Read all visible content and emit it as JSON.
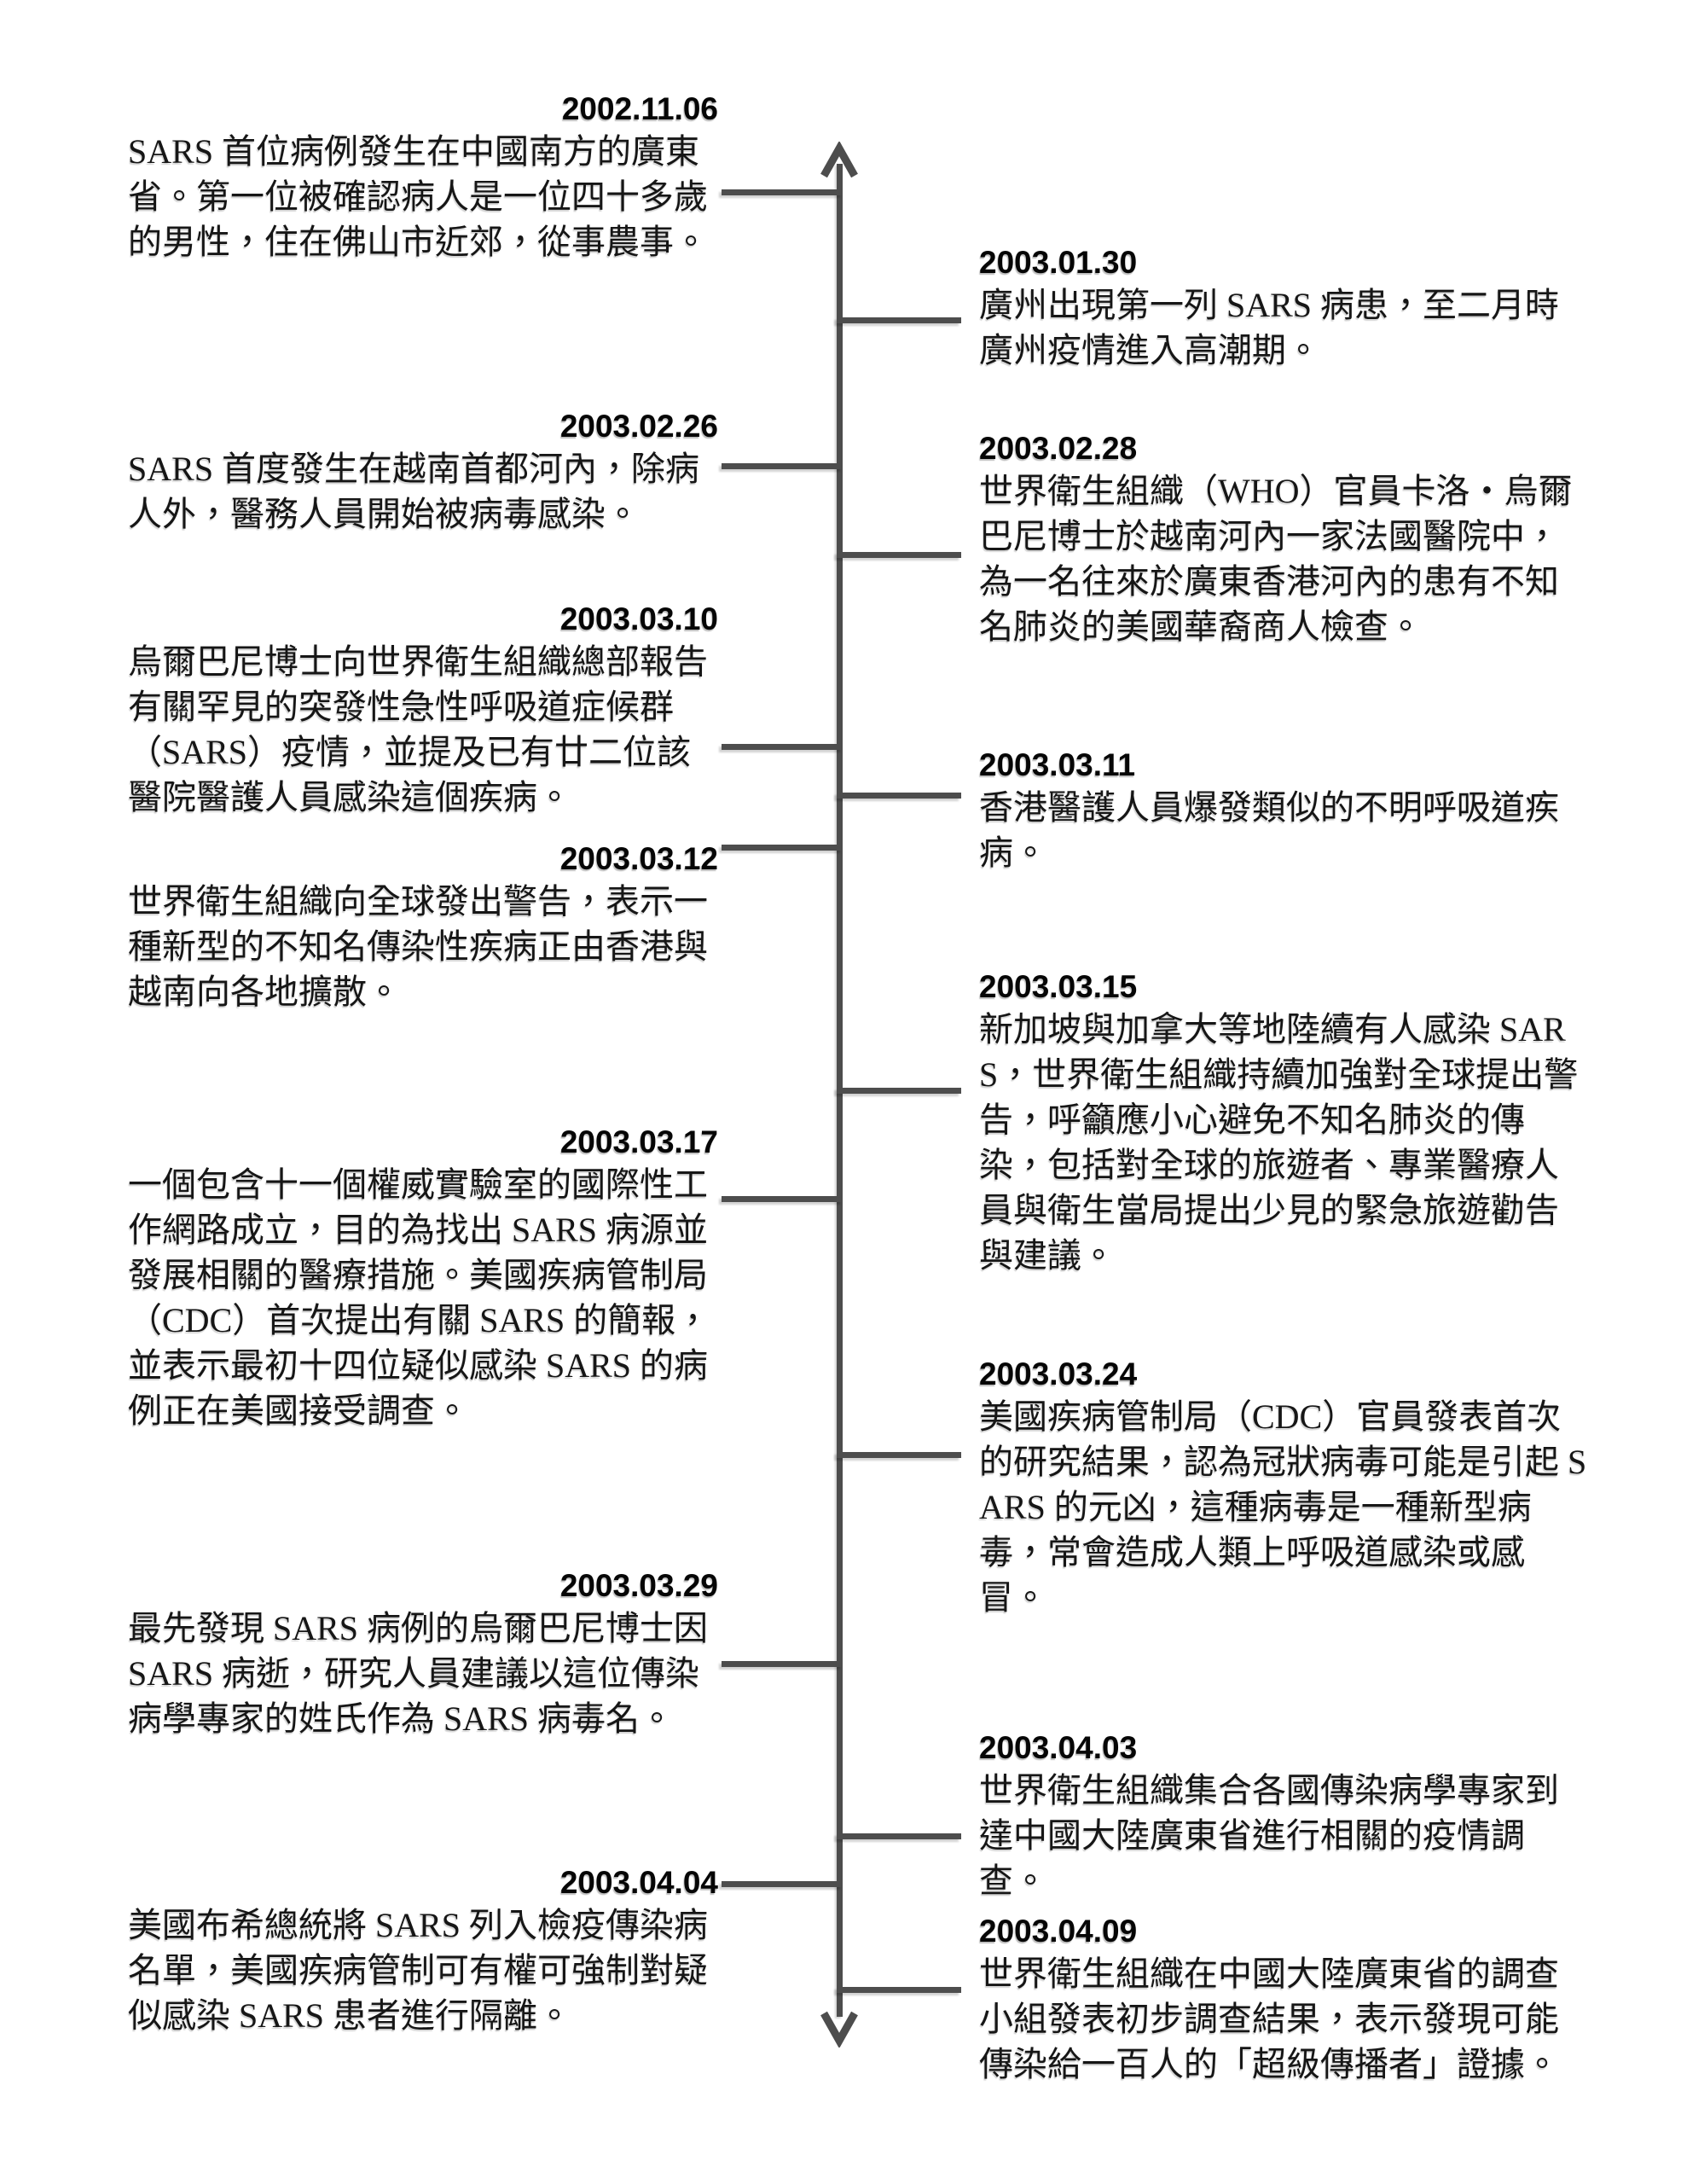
{
  "colors": {
    "line": "#4d4d4d",
    "date_text": "#060606",
    "body_text": "#161616",
    "background": "#ffffff"
  },
  "entries": [
    {
      "side": "left",
      "date": "2002.11.06",
      "text": "SARS 首位病例發生在中國南方的廣東省。第一位被確認病人是一位四十多歲的男性，住在佛山市近郊，從事農事。"
    },
    {
      "side": "right",
      "date": "2003.01.30",
      "text": "廣州出現第一列 SARS 病患，至二月時廣州疫情進入高潮期。"
    },
    {
      "side": "left",
      "date": "2003.02.26",
      "text": "SARS 首度發生在越南首都河內，除病人外，醫務人員開始被病毒感染。"
    },
    {
      "side": "right",
      "date": "2003.02.28",
      "text": "世界衛生組織（WHO）官員卡洛・烏爾巴尼博士於越南河內一家法國醫院中，為一名往來於廣東香港河內的患有不知名肺炎的美國華裔商人檢查。"
    },
    {
      "side": "left",
      "date": "2003.03.10",
      "text": "烏爾巴尼博士向世界衛生組織總部報告有關罕見的突發性急性呼吸道症候群（SARS）疫情，並提及已有廿二位該醫院醫護人員感染這個疾病。"
    },
    {
      "side": "right",
      "date": "2003.03.11",
      "text": "香港醫護人員爆發類似的不明呼吸道疾病。"
    },
    {
      "side": "left",
      "date": "2003.03.12",
      "text": "世界衛生組織向全球發出警告，表示一種新型的不知名傳染性疾病正由香港與越南向各地擴散。"
    },
    {
      "side": "right",
      "date": "2003.03.15",
      "text": "新加坡與加拿大等地陸續有人感染 SARS，世界衛生組織持續加強對全球提出警告，呼籲應小心避免不知名肺炎的傳染，包括對全球的旅遊者、專業醫療人員與衛生當局提出少見的緊急旅遊勸告與建議。"
    },
    {
      "side": "left",
      "date": "2003.03.17",
      "text": "一個包含十一個權威實驗室的國際性工作網路成立，目的為找出 SARS 病源並發展相關的醫療措施。美國疾病管制局（CDC）首次提出有關 SARS 的簡報，並表示最初十四位疑似感染 SARS 的病例正在美國接受調查。"
    },
    {
      "side": "right",
      "date": "2003.03.24",
      "text": "美國疾病管制局（CDC）官員發表首次的研究結果，認為冠狀病毒可能是引起 SARS 的元凶，這種病毒是一種新型病毒，常會造成人類上呼吸道感染或感冒。"
    },
    {
      "side": "left",
      "date": "2003.03.29",
      "text": "最先發現 SARS 病例的烏爾巴尼博士因 SARS 病逝，研究人員建議以這位傳染病學專家的姓氏作為 SARS 病毒名。"
    },
    {
      "side": "right",
      "date": "2003.04.03",
      "text": "世界衛生組織集合各國傳染病學專家到達中國大陸廣東省進行相關的疫情調查。"
    },
    {
      "side": "left",
      "date": "2003.04.04",
      "text": "美國布希總統將 SARS 列入檢疫傳染病名單，美國疾病管制可有權可強制對疑似感染 SARS 患者進行隔離。"
    },
    {
      "side": "right",
      "date": "2003.04.09",
      "text": "世界衛生組織在中國大陸廣東省的調查小組發表初步調查結果，表示發現可能傳染給一百人的「超級傳播者」證據。"
    }
  ]
}
